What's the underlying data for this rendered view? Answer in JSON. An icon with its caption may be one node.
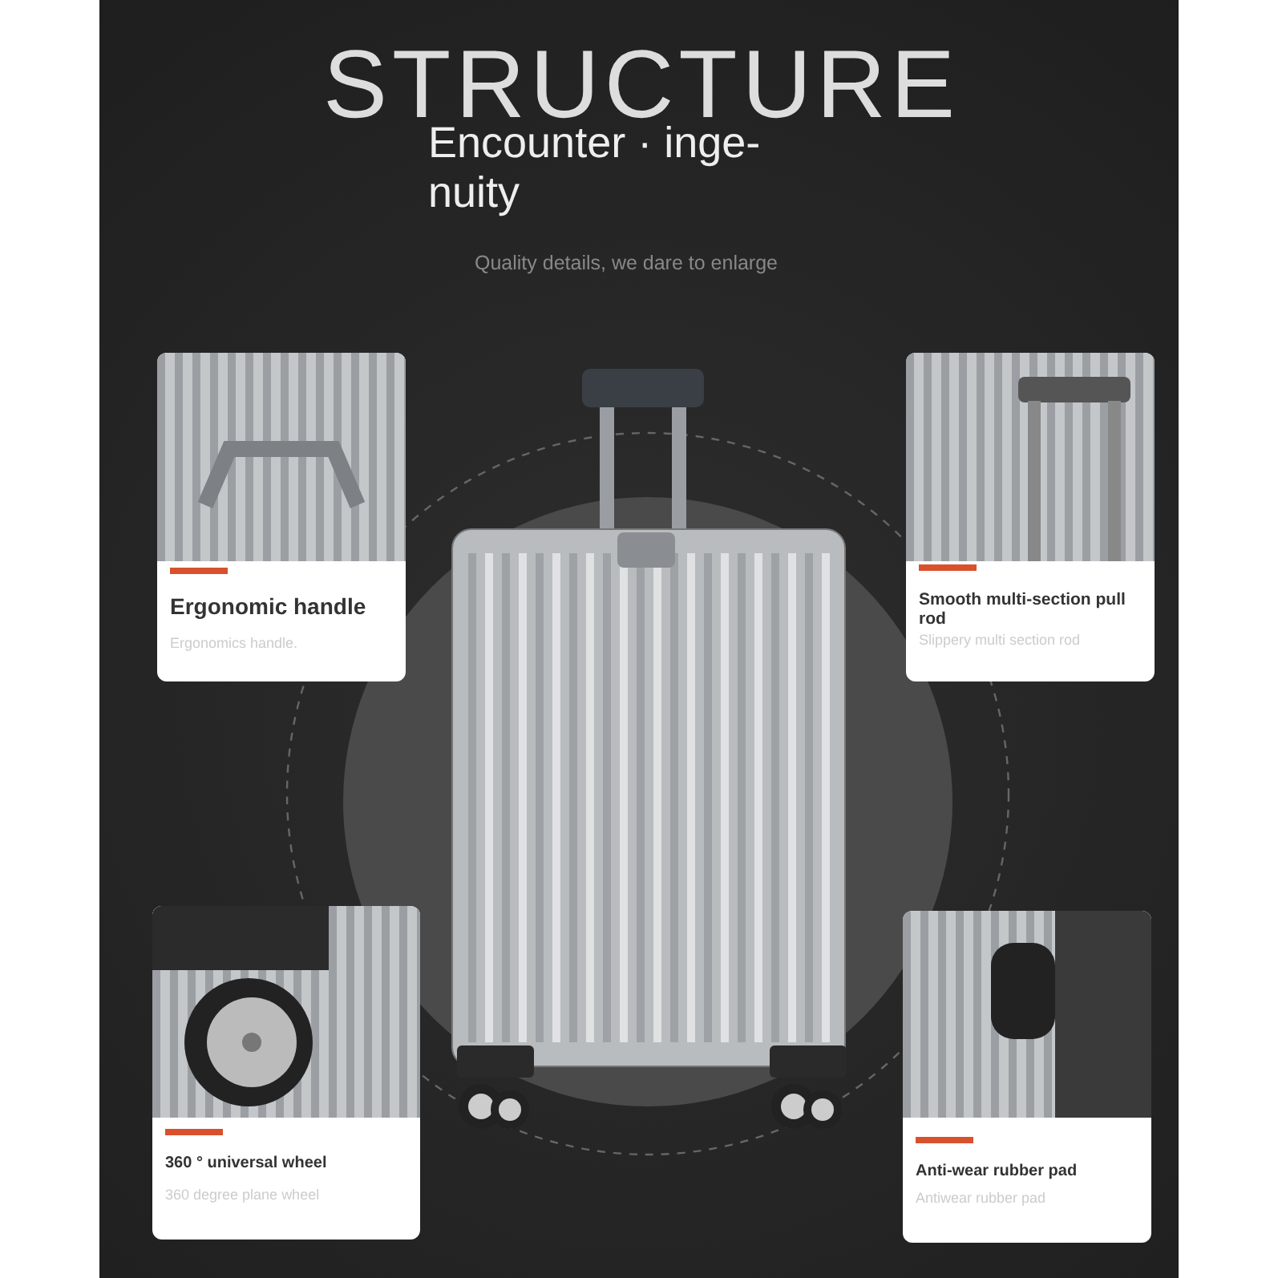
{
  "diagram": {
    "title": "STRUCTURE",
    "nodes": [
      {
        "text": [
          "Ergonomic handle",
          "Ergonomics handle."
        ]
      },
      {
        "text": [
          "Smooth multi-section pull rod",
          "Slippery multi section rod"
        ]
      },
      {
        "text": [
          "360 ° universal wheel",
          "360 degree plane wheel"
        ]
      },
      {
        "text": [
          "Anti-wear rubber pad",
          "Antiwear rubber pad"
        ]
      }
    ],
    "labels": [
      "Encounter · inge- nuity",
      "Quality details, we dare to enlarge"
    ]
  }
}
